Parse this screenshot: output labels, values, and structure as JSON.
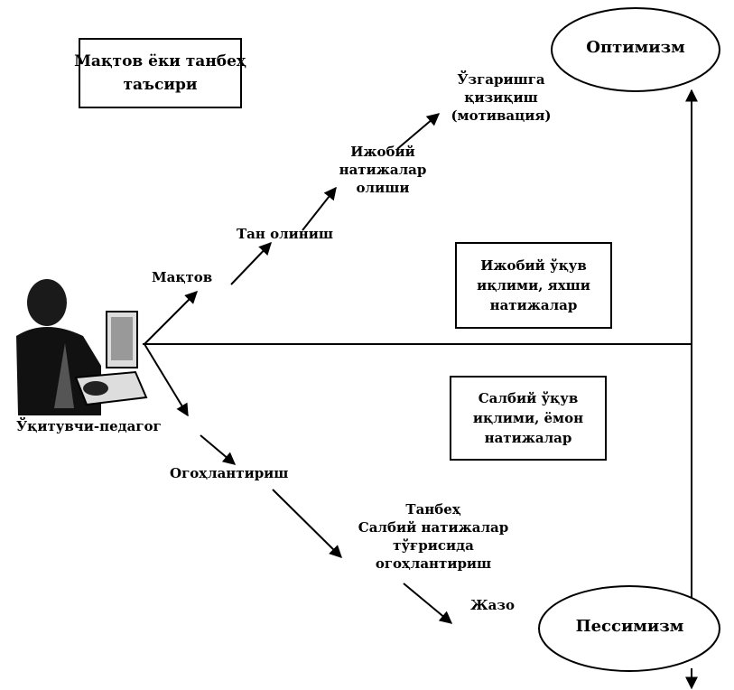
{
  "title_box": {
    "lines": [
      "Мақтов ёки танбеҳ",
      "таъсири"
    ]
  },
  "ellipses": {
    "optimism": "Оптимизм",
    "pessimism": "Пессимизм"
  },
  "teacher_label": "Ўқитувчи-педагог",
  "upper_path": {
    "praise": "Мақтов",
    "recognition": "Тан олиниш",
    "positive_results": [
      "Ижобий",
      "натижалар",
      "олиши"
    ],
    "motivation": [
      "Ўзгаришга",
      "қизиқиш",
      "(мотивация)"
    ]
  },
  "lower_path": {
    "warning": "Огоҳлантириш",
    "reprimand": [
      "Танбеҳ",
      "Салбий натижалар",
      "тўғрисида",
      "огоҳлантириш"
    ],
    "punishment": "Жазо"
  },
  "positive_box": {
    "lines": [
      "Ижобий ўқув",
      "иқлими, яхши",
      "натижалар"
    ]
  },
  "negative_box": {
    "lines": [
      "Салбий ўқув",
      "иқлими, ёмон",
      "натижалар"
    ]
  }
}
